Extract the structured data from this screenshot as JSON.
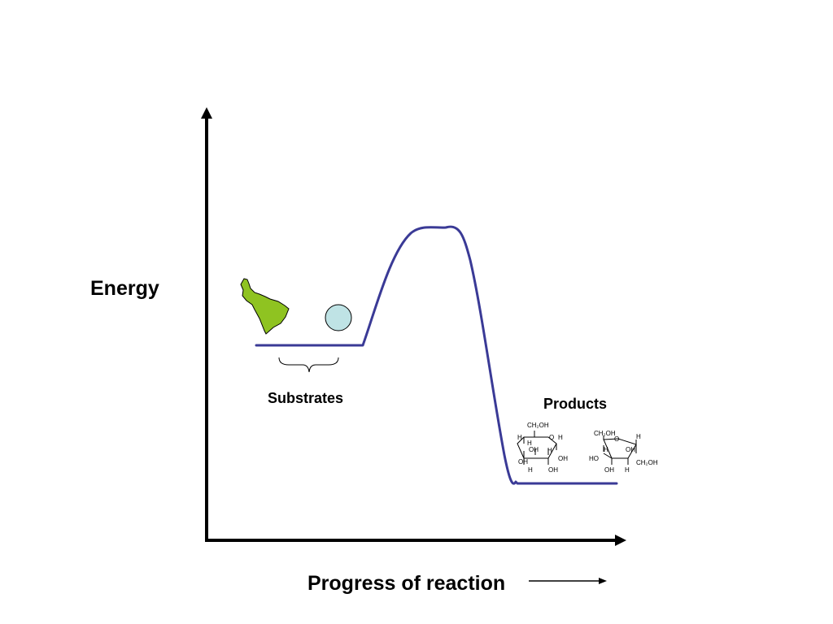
{
  "axes": {
    "y_label": "Energy",
    "x_label": "Progress of reaction"
  },
  "substrates": {
    "label": "Substrates"
  },
  "products": {
    "label": "Products",
    "glucose_atoms": [
      "CH2OH",
      "O",
      "H",
      "H",
      "H",
      "OH",
      "H",
      "OH",
      "OH",
      "H",
      "OH"
    ],
    "fructose_atoms": [
      "CH2OH",
      "O",
      "H",
      "H",
      "OH",
      "HO",
      "CH2OH",
      "OH",
      "H"
    ]
  },
  "colors": {
    "curve": "#3a3a96",
    "enzyme": "#8fc321",
    "ball": "#bfe3e5",
    "axis": "#000000"
  }
}
